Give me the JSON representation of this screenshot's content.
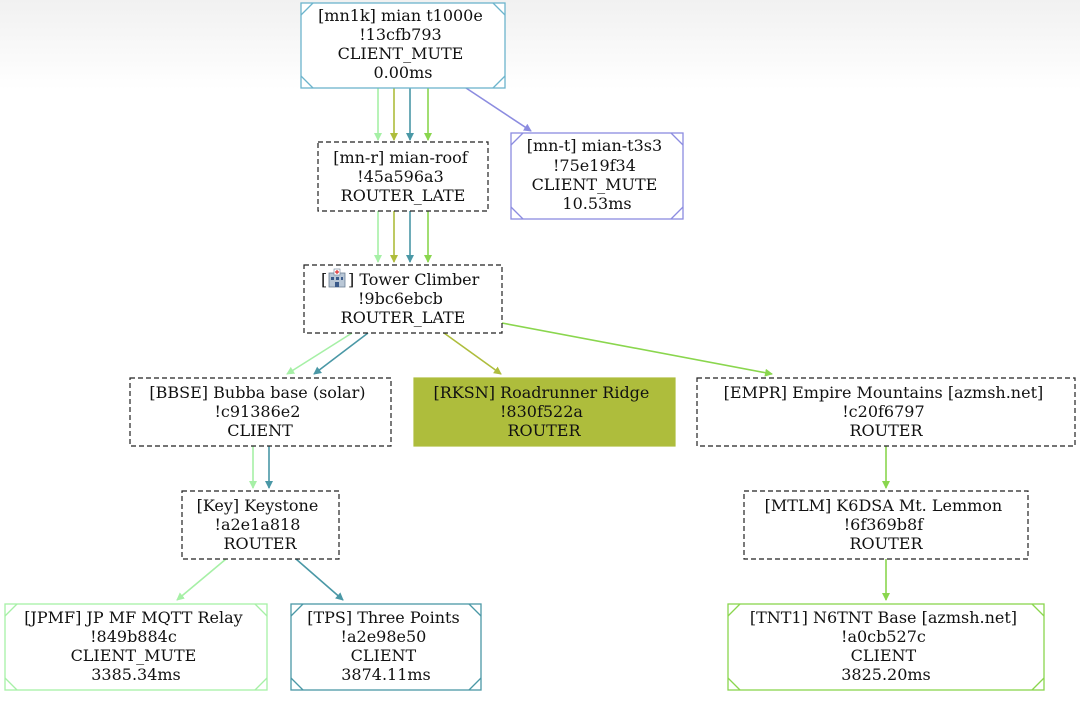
{
  "colors": {
    "light_green": "#a6f0a6",
    "olive": "#aebd3c",
    "teal": "#4a98a6",
    "lime": "#8ad64e",
    "lavender": "#8c8ce0",
    "roadrunner_fill": "#aebd3c",
    "black": "#222222",
    "blue_border": "#6cb4cc"
  },
  "nodes": {
    "mn1k": {
      "lines": [
        "[mn1k] mian t1000e",
        "!13cfb793",
        "CLIENT_MUTE",
        "0.00ms"
      ]
    },
    "mnt": {
      "lines": [
        "[mn-t] mian-t3s3",
        "!75e19f34",
        "CLIENT_MUTE",
        "10.53ms"
      ]
    },
    "mnr": {
      "lines": [
        "[mn-r] mian-roof",
        "!45a596a3",
        "ROUTER_LATE"
      ]
    },
    "tower": {
      "lines": [
        "] Tower Climber",
        "!9bc6ebcb",
        "ROUTER_LATE"
      ],
      "prefix": "[",
      "icon": "hospital-emoji-icon"
    },
    "bbse": {
      "lines": [
        "[BBSE] Bubba base (solar)",
        "!c91386e2",
        "CLIENT"
      ]
    },
    "rksn": {
      "lines": [
        "[RKSN] Roadrunner Ridge",
        "!830f522a",
        "ROUTER"
      ]
    },
    "empr": {
      "lines": [
        "[EMPR] Empire Mountains [azmsh.net]",
        "!c20f6797",
        "ROUTER"
      ]
    },
    "key": {
      "lines": [
        "[Key] Keystone",
        "!a2e1a818",
        "ROUTER"
      ]
    },
    "mtlm": {
      "lines": [
        "[MTLM] K6DSA Mt. Lemmon",
        "!6f369b8f",
        "ROUTER"
      ]
    },
    "jpmf": {
      "lines": [
        "[JPMF] JP MF MQTT Relay",
        "!849b884c",
        "CLIENT_MUTE",
        "3385.34ms"
      ]
    },
    "tps": {
      "lines": [
        "[TPS] Three Points",
        "!a2e98e50",
        "CLIENT",
        "3874.11ms"
      ]
    },
    "tnt1": {
      "lines": [
        "[TNT1] N6TNT Base [azmsh.net]",
        "!a0cb527c",
        "CLIENT",
        "3825.20ms"
      ]
    }
  }
}
